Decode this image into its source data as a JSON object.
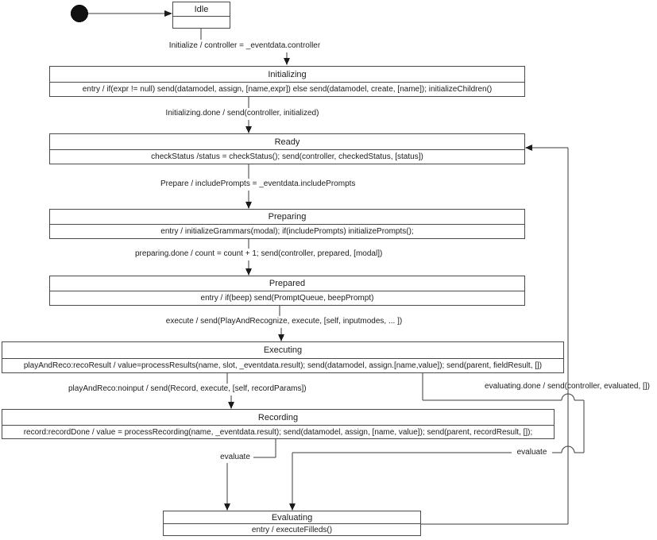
{
  "diagram": {
    "kind": "uml-state-machine",
    "colors": {
      "background": "#ffffff",
      "ink": "#1c1c1c",
      "wire": "#3b3b3b"
    },
    "states": {
      "idle": {
        "title": "Idle",
        "body": ""
      },
      "initializing": {
        "title": "Initializing",
        "body": "entry / if(expr != null) send(datamodel, assign, [name,expr]) else send(datamodel, create, [name]); initializeChildren()"
      },
      "ready": {
        "title": "Ready",
        "body": "checkStatus /status = checkStatus(); send(controller, checkedStatus, [status])"
      },
      "preparing": {
        "title": "Preparing",
        "body": "entry / initializeGrammars(modal); if(includePrompts) initializePrompts();"
      },
      "prepared": {
        "title": "Prepared",
        "body": "entry / if(beep) send(PromptQueue, beepPrompt)"
      },
      "executing": {
        "title": "Executing",
        "body": "playAndReco:recoResult / value=processResults(name, slot, _eventdata.result); send(datamodel, assign.[name,value]); send(parent, fieldResult, [])"
      },
      "recording": {
        "title": "Recording",
        "body": "record:recordDone / value = processRecording(name, _eventdata.result); send(datamodel, assign, [name, value]); send(parent, recordResult, []);"
      },
      "evaluating": {
        "title": "Evaluating",
        "body": "entry / executeFilleds()"
      }
    },
    "transitions": {
      "initialize": "Initialize / controller = _eventdata.controller",
      "initializing_done": "Initializing.done / send(controller, initialized)",
      "prepare": "Prepare / includePrompts = _eventdata.includePrompts",
      "preparing_done": "preparing.done / count = count + 1; send(controller, prepared, [modal])",
      "execute": "execute / send(PlayAndRecognize, execute, [self, inputmodes, ... ])",
      "play_noinput": "playAndReco:noinput / send(Record, execute, [self, recordParams])",
      "evaluating_done": "evaluating.done / send(controller, evaluated, [])",
      "evaluate_left": "evaluate",
      "evaluate_right": "evaluate"
    }
  }
}
